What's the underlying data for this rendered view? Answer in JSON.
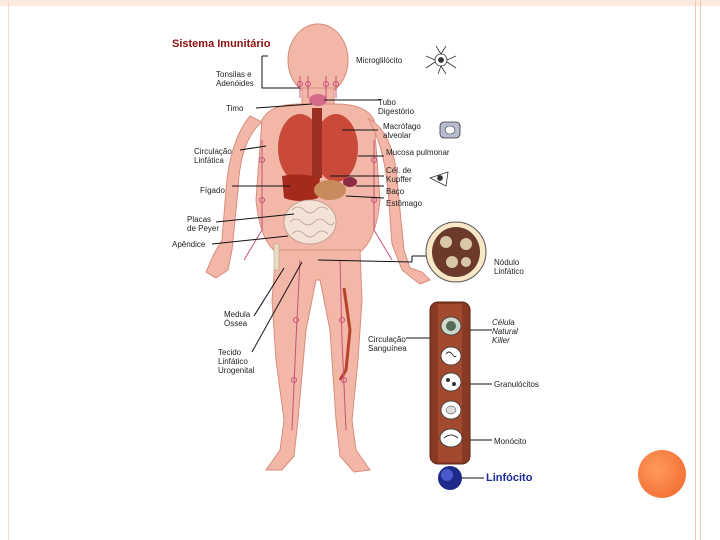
{
  "title": "Sistema Imunitário",
  "labels": {
    "microglia": "Microglilócito",
    "tonsils": "Tonsilas e\nAdenóides",
    "thymus": "Timo",
    "digestive_tube": "Tubo\nDigestório",
    "alveolar_macrophage": "Macrófago\nalveolar",
    "lymphatic_circulation": "Circulação\nLinfática",
    "pulmonary_mucosa": "Mucosa pulmonar",
    "kupffer": "Cél. de\nKupffer",
    "liver": "Fígado",
    "spleen": "Baço",
    "stomach": "Estômago",
    "peyer": "Placas\nde Peyer",
    "appendix": "Apêndice",
    "lymph_node": "Nódulo\nLinfático",
    "bone_marrow": "Medula\nÓssea",
    "urogenital": "Tecido\nLinfático\nUrogenital",
    "blood_circulation": "Circulação\nSanguínea",
    "nk_cell": "Célula\nNatural\nKiller",
    "granulocytes": "Granulócitos",
    "monocyte": "Monócito",
    "lymphocyte": "Linfócito"
  },
  "colors": {
    "skin": "#f2b7a6",
    "skin_shade": "#e7988a",
    "lymph_vessel": "#c8507a",
    "organ_red": "#b5392b",
    "vessel_brown": "#7a3a26",
    "title_red": "#8b1010",
    "lymphocyte_blue": "#1a2a9a"
  }
}
